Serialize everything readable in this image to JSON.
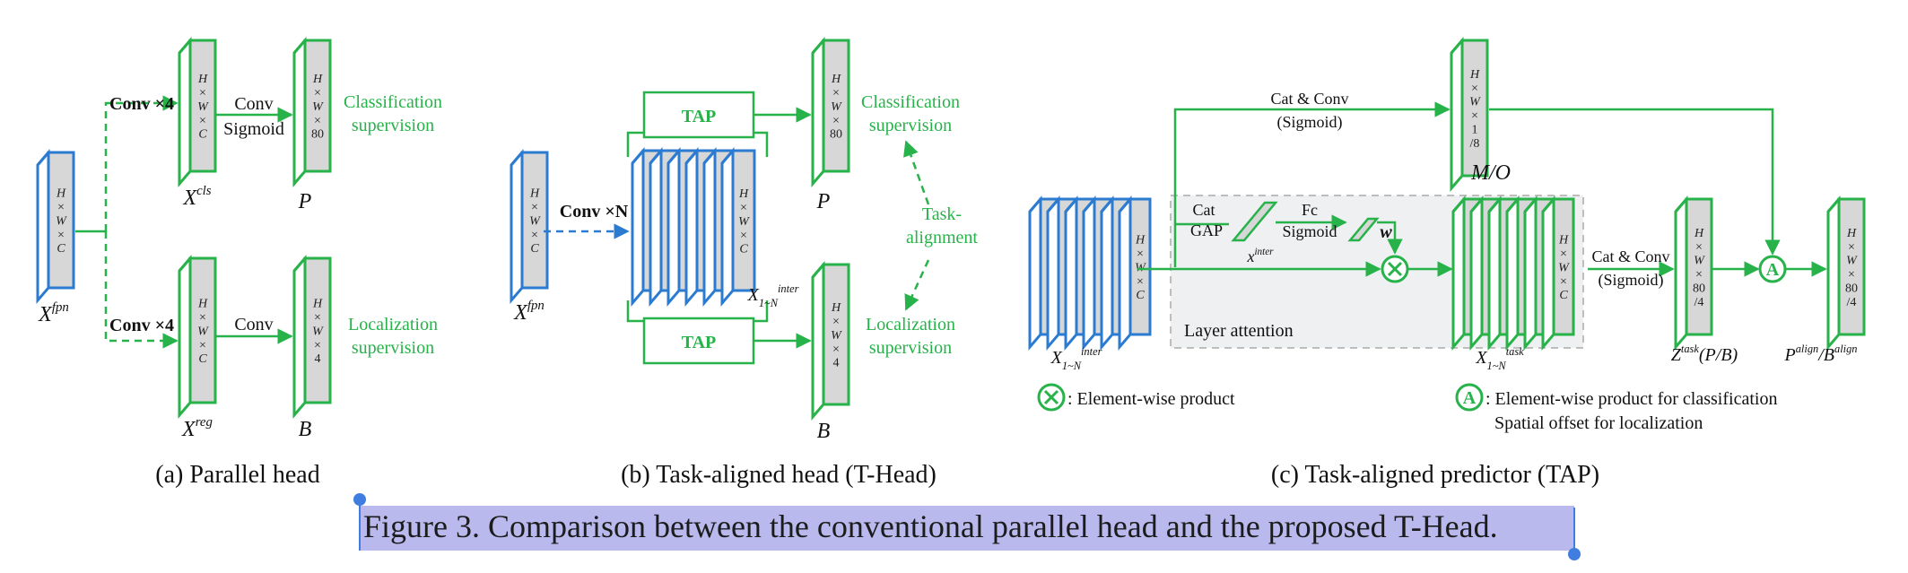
{
  "colors": {
    "green": "#27b24a",
    "blue": "#2b7bd1",
    "gray_fill": "#d7d7d7",
    "layer_attention_bg": "#eef0f1",
    "selection": "#b9b9ee"
  },
  "panel_a": {
    "caption": "(a)  Parallel head",
    "input_box": [
      "H",
      "×",
      "W",
      "×",
      "C"
    ],
    "input_label": "X^{fpn}",
    "conv_top": "Conv ×4",
    "conv_bottom": "Conv ×4",
    "cls_box": [
      "H",
      "×",
      "W",
      "×",
      "C"
    ],
    "cls_label": "X^{cls}",
    "reg_box": [
      "H",
      "×",
      "W",
      "×",
      "C"
    ],
    "reg_label": "X^{reg}",
    "conv_sigmoid": [
      "Conv",
      "Sigmoid"
    ],
    "conv2": "Conv",
    "P_box": [
      "H",
      "×",
      "W",
      "×",
      "80"
    ],
    "B_box": [
      "H",
      "×",
      "W",
      "×",
      "4"
    ],
    "P_label": "P",
    "B_label": "B",
    "cls_sup": [
      "Classification",
      "supervision"
    ],
    "loc_sup": [
      "Localization",
      "supervision"
    ]
  },
  "panel_b": {
    "caption": "(b)  Task-aligned head (T-Head)",
    "input_box": [
      "H",
      "×",
      "W",
      "×",
      "C"
    ],
    "input_label": "X^{fpn}",
    "conv_n": "Conv ×N",
    "stack_box": [
      "H",
      "×",
      "W",
      "×",
      "C"
    ],
    "stack_label": "X_{1~N}^{inter}",
    "tap_top": "TAP",
    "tap_bottom": "TAP",
    "P_box": [
      "H",
      "×",
      "W",
      "×",
      "80"
    ],
    "B_box": [
      "H",
      "×",
      "W",
      "×",
      "4"
    ],
    "P_label": "P",
    "B_label": "B",
    "cls_sup": [
      "Classification",
      "supervision"
    ],
    "loc_sup": [
      "Localization",
      "supervision"
    ],
    "task_alignment": [
      "Task-",
      "alignment"
    ]
  },
  "panel_c": {
    "caption": "(c)  Task-aligned predictor (TAP)",
    "inter_box": [
      "H",
      "×",
      "W",
      "×",
      "C"
    ],
    "inter_label": "X_{1~N}^{inter}",
    "cat_conv_top": [
      "Cat & Conv",
      "(Sigmoid)"
    ],
    "mo_box": [
      "H",
      "×",
      "W",
      "×",
      "1",
      "/8"
    ],
    "mo_label": "M/O",
    "cat_gap": [
      "Cat",
      "GAP"
    ],
    "x_inter": "x^{inter}",
    "fc_sigmoid": [
      "Fc",
      "Sigmoid"
    ],
    "w_label": "w",
    "layer_attention": "Layer attention",
    "task_box": [
      "H",
      "×",
      "W",
      "×",
      "C"
    ],
    "task_label": "X_{1~N}^{task}",
    "cat_conv_right": [
      "Cat & Conv",
      "(Sigmoid)"
    ],
    "z_box": [
      "H",
      "×",
      "W",
      "×",
      "80",
      "/4"
    ],
    "z_label": "Z^{task}(P/B)",
    "align_box": [
      "H",
      "×",
      "W",
      "×",
      "80",
      "/4"
    ],
    "align_label": "P^{align}/B^{align}",
    "legend_x": ": Element-wise product",
    "legend_a": [
      ": Element-wise product for classification",
      "Spatial offset for localization"
    ],
    "symbol_a": "A"
  },
  "figure_caption": "Figure 3. Comparison between the conventional parallel head and the proposed T-Head."
}
